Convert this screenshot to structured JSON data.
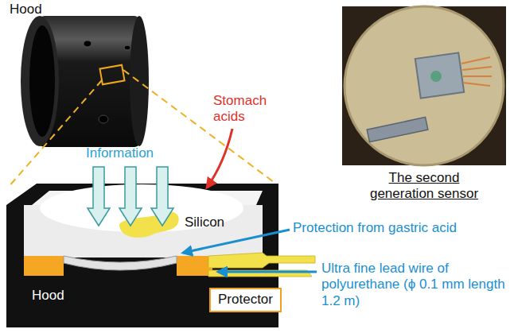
{
  "diagram": {
    "nodes": [
      {
        "text": [
          "Protector"
        ]
      }
    ],
    "labels": [
      "Hood",
      "Stomach acids",
      "Information",
      "Silicon",
      "Protection from gastric acid",
      "Ultra fine lead wire of polyurethane (ϕ 0.1 mm length 1.2 m)",
      "Hood",
      "The second generation sensor"
    ]
  }
}
